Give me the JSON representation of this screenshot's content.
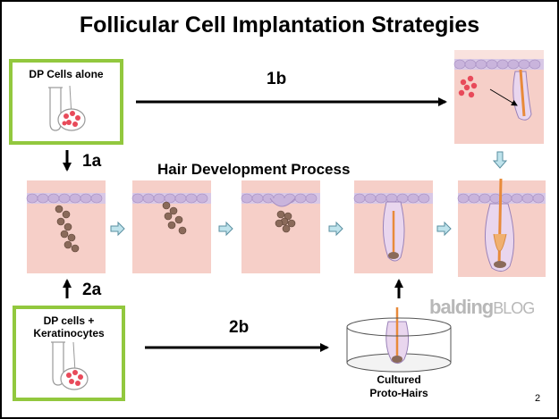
{
  "title": "Follicular Cell Implantation Strategies",
  "boxes": {
    "dp_alone": "DP Cells alone",
    "dp_kera_line1": "DP cells +",
    "dp_kera_line2": "Keratinocytes"
  },
  "steps": {
    "s1a": "1a",
    "s1b": "1b",
    "s2a": "2a",
    "s2b": "2b"
  },
  "process_title": "Hair Development Process",
  "cultured_line1": "Cultured",
  "cultured_line2": "Proto-Hairs",
  "brand": {
    "bold": "balding",
    "light": "BLOG"
  },
  "page_number": "2",
  "colors": {
    "box_border": "#92c83e",
    "skin": "#f6cfc8",
    "epidermis": "#d8c8e6",
    "cell_red": "#e84a5a",
    "cluster": "#8a6a5a",
    "hair": "#e88a3a"
  },
  "icons": [
    "test-tube-icon",
    "petri-dish-icon",
    "arrow-icon",
    "culture-dish-icon"
  ]
}
